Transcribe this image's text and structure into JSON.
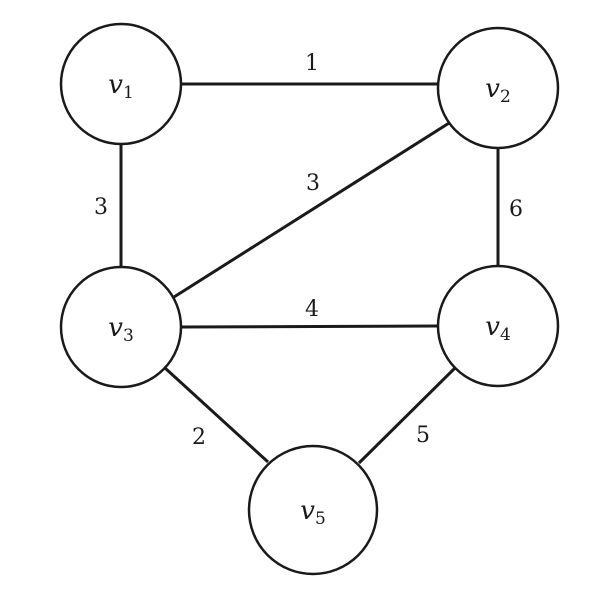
{
  "graph": {
    "nodes": [
      {
        "id": "v1",
        "letter": "v",
        "sub": "1"
      },
      {
        "id": "v2",
        "letter": "v",
        "sub": "2"
      },
      {
        "id": "v3",
        "letter": "v",
        "sub": "3"
      },
      {
        "id": "v4",
        "letter": "v",
        "sub": "4"
      },
      {
        "id": "v5",
        "letter": "v",
        "sub": "5"
      }
    ],
    "edges": [
      {
        "from": "v1",
        "to": "v2",
        "weight": "1"
      },
      {
        "from": "v1",
        "to": "v3",
        "weight": "3"
      },
      {
        "from": "v2",
        "to": "v3",
        "weight": "3"
      },
      {
        "from": "v2",
        "to": "v4",
        "weight": "6"
      },
      {
        "from": "v3",
        "to": "v4",
        "weight": "4"
      },
      {
        "from": "v3",
        "to": "v5",
        "weight": "2"
      },
      {
        "from": "v4",
        "to": "v5",
        "weight": "5"
      }
    ]
  }
}
